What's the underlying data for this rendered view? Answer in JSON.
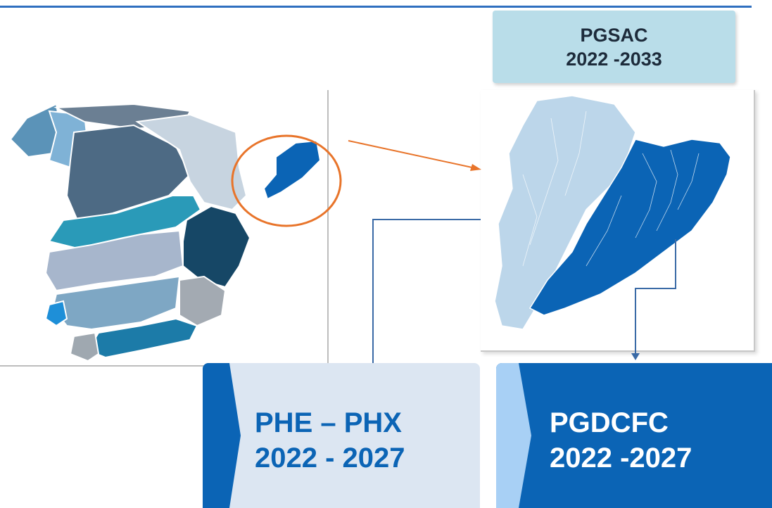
{
  "pgsac": {
    "line1": "PGSAC",
    "line2": "2022 -2033"
  },
  "phe": {
    "line1": "PHE – PHX",
    "line2": "2022 - 2027"
  },
  "pgdcfc": {
    "line1": "PGDCFC",
    "line2": "2022 -2027"
  },
  "colors": {
    "accent_blue": "#0b64b5",
    "light_box": "#dce6f2",
    "pgsac_box": "#b9dde9",
    "highlight_circle": "#e8742a",
    "top_rule": "#2f6fbf"
  },
  "icons": [
    "map-spain-basins",
    "map-catalonia-basins",
    "highlight-circle",
    "arrow-right"
  ]
}
